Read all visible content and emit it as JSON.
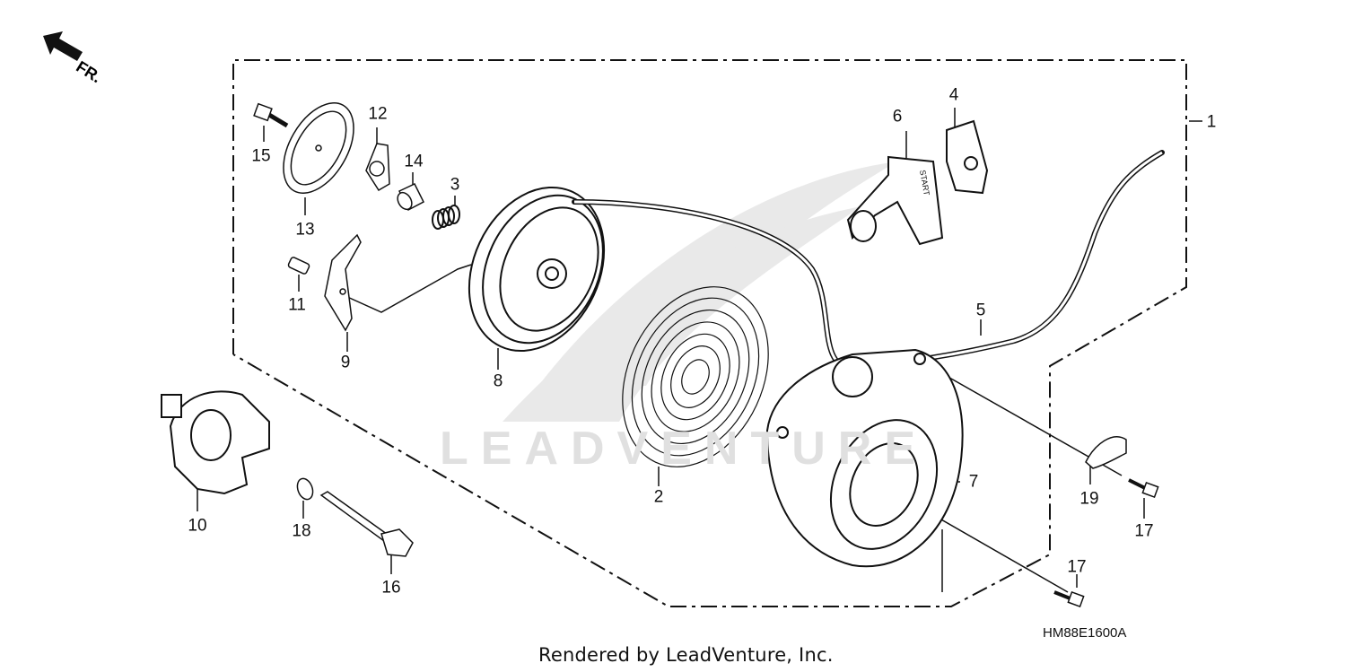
{
  "diagram": {
    "direction_label": "FR.",
    "diagram_code": "HM88E1600A",
    "footer": "Rendered by LeadVenture, Inc.",
    "watermark": "LEADVENTURE",
    "callouts": {
      "c1": "1",
      "c2": "2",
      "c3": "3",
      "c4": "4",
      "c5": "5",
      "c6": "6",
      "c7": "7",
      "c8": "8",
      "c9": "9",
      "c10": "10",
      "c11": "11",
      "c12": "12",
      "c13": "13",
      "c14": "14",
      "c15": "15",
      "c16": "16",
      "c17a": "17",
      "c17b": "17",
      "c18": "18",
      "c19": "19"
    },
    "handle_text": "START",
    "colors": {
      "line": "#111111",
      "watermark": "#e0e0e0"
    }
  }
}
